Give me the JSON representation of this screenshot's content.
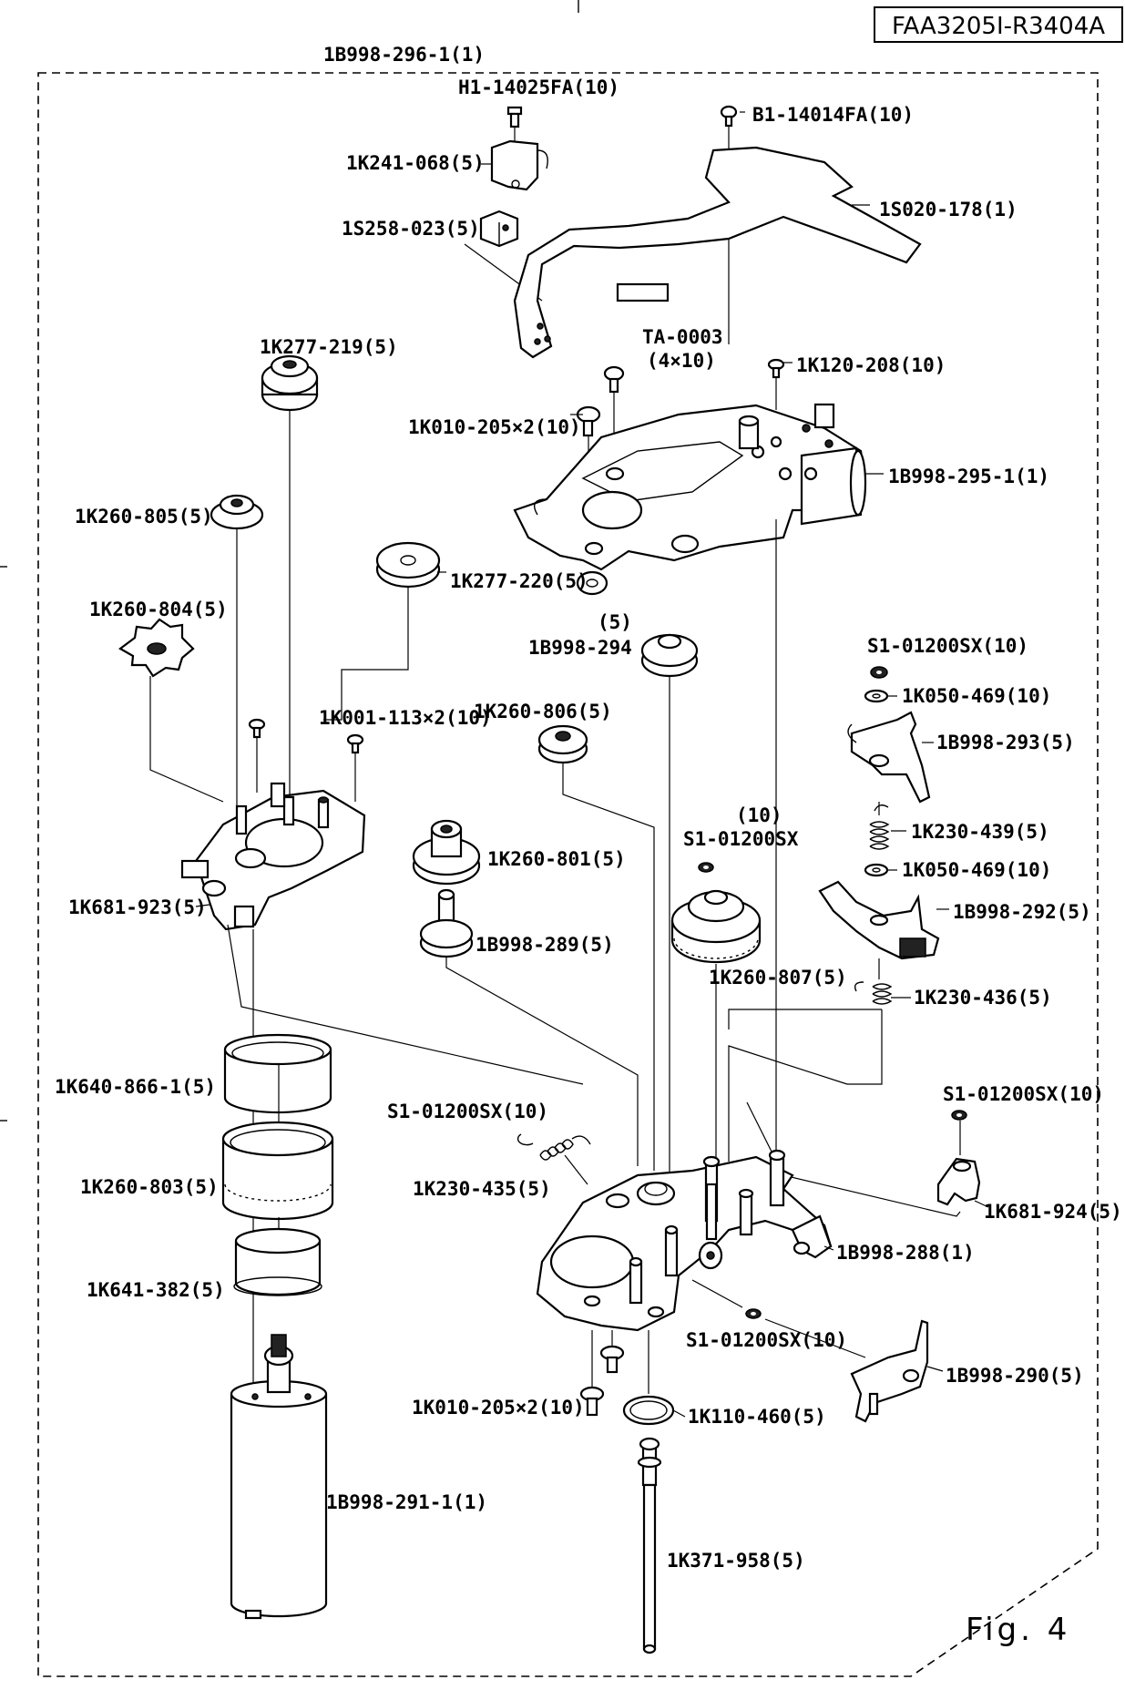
{
  "document_ref": "FAA3205I-R3404A",
  "figure_label": "Fig.  4",
  "assembly_label": "1B998-296-1(1)",
  "parts": {
    "h1_14025fa": "H1-14025FA(10)",
    "b1_14014fa": "B1-14014FA(10)",
    "k241_068": "1K241-068(5)",
    "s020_178": "1S020-178(1)",
    "s258_023": "1S258-023(5)",
    "ta_0003": "TA-0003",
    "ta_0003_size": "(4×10)",
    "k120_208": "1K120-208(10)",
    "k277_219": "1K277-219(5)",
    "k010_205_top": "1K010-205×2(10)",
    "b998_295": "1B998-295-1(1)",
    "k260_805": "1K260-805(5)",
    "k277_220": "1K277-220(5)",
    "k260_804": "1K260-804(5)",
    "b998_294_qty": "(5)",
    "b998_294": "1B998-294",
    "s1_01200sx_a": "S1-01200SX(10)",
    "k050_469_a": "1K050-469(10)",
    "k001_113": "1K001-113×2(10)",
    "k260_806": "1K260-806(5)",
    "b998_293": "1B998-293(5)",
    "s1_qty": "(10)",
    "s1_01200sx_b": "S1-01200SX",
    "k230_439": "1K230-439(5)",
    "k260_801": "1K260-801(5)",
    "k050_469_b": "1K050-469(10)",
    "k681_923": "1K681-923(5)",
    "b998_292": "1B998-292(5)",
    "b998_289": "1B998-289(5)",
    "k260_807": "1K260-807(5)",
    "k230_436": "1K230-436(5)",
    "k640_866": "1K640-866-1(5)",
    "s1_01200sx_c": "S1-01200SX(10)",
    "s1_01200sx_d": "S1-01200SX(10)",
    "k230_435": "1K230-435(5)",
    "k260_803": "1K260-803(5)",
    "k681_924": "1K681-924(5)",
    "b998_288": "1B998-288(1)",
    "k641_382": "1K641-382(5)",
    "s1_01200sx_e": "S1-01200SX(10)",
    "b998_290": "1B998-290(5)",
    "k010_205_bottom": "1K010-205×2(10)",
    "k110_460": "1K110-460(5)",
    "b998_291": "1B998-291-1(1)",
    "k371_958": "1K371-958(5)"
  }
}
